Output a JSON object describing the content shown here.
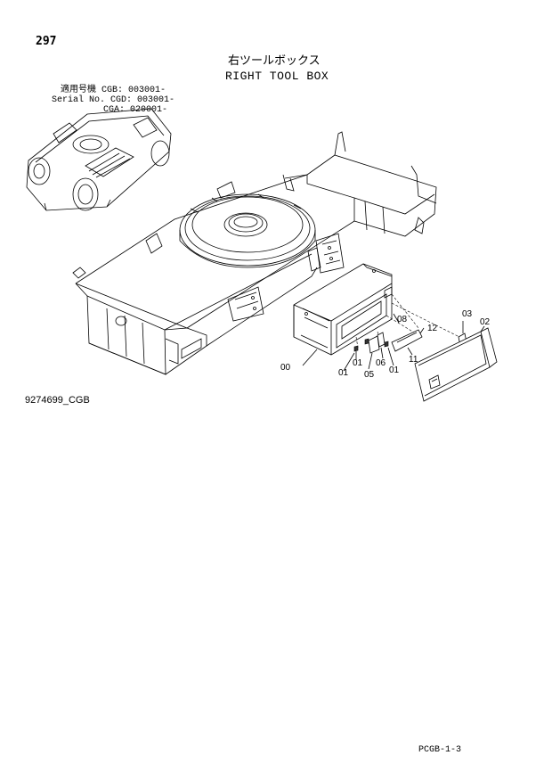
{
  "page_number": "297",
  "title_jp": "右ツールボックス",
  "title_en": "RIGHT TOOL BOX",
  "serial": {
    "line1": "適用号機  CGB: 003001-",
    "line2": "Serial No. CGD: 003001-",
    "line3": "CGA: 020001-"
  },
  "drawing_code": "9274699_CGB",
  "page_ref": "PCGB-1-3",
  "parts": {
    "p00": "00",
    "p01a": "01",
    "p01b": "01",
    "p01c": "01",
    "p02": "02",
    "p03": "03",
    "p05": "05",
    "p06": "06",
    "p08": "08",
    "p11": "11",
    "p12": "12"
  }
}
